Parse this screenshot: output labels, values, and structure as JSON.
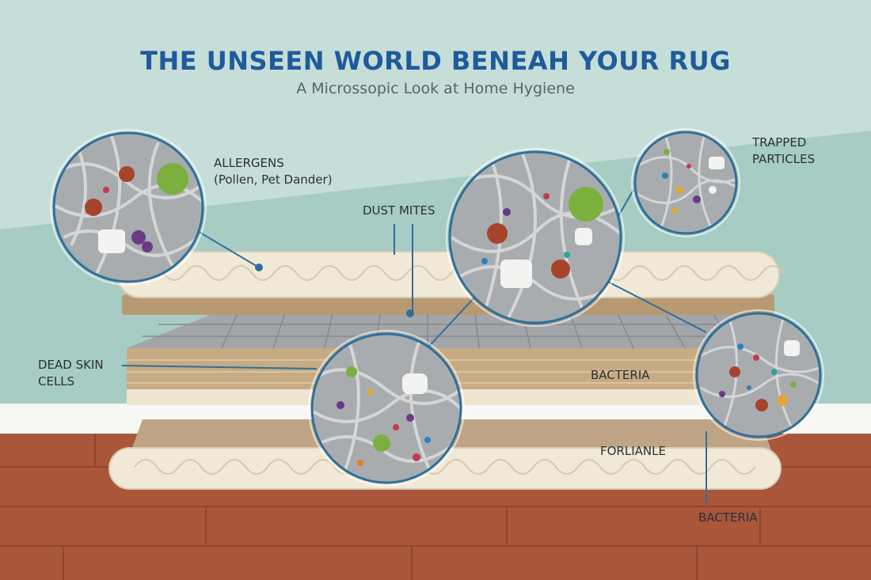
{
  "title": "THE UNSEEN WORLD BENEAH YOUR RUG",
  "subtitle": "A Microssopic Look at Home Hygiene",
  "labels": {
    "allergens": "ALLERGENS",
    "allergens_detail": "(Pollen, Pet Dander)",
    "dust_mites": "DUST MITES",
    "trapped_1": "TRAPPED",
    "trapped_2": "PARTICLES",
    "dead_skin_1": "DEAD SKIN",
    "dead_skin_2": "CELLS",
    "bacteria_mid": "BACTERIA",
    "forlianle": "FORLIANLE",
    "bacteria_bottom": "BACTERIA"
  },
  "colors": {
    "wall_light": "#c8e0da",
    "wall_dark": "#a9cdc5",
    "floor": "#a8553a",
    "title": "#1f5a9c",
    "callout_line": "#2f6f9a",
    "wool": "#f1e9d8",
    "backing": "#b89d78"
  }
}
